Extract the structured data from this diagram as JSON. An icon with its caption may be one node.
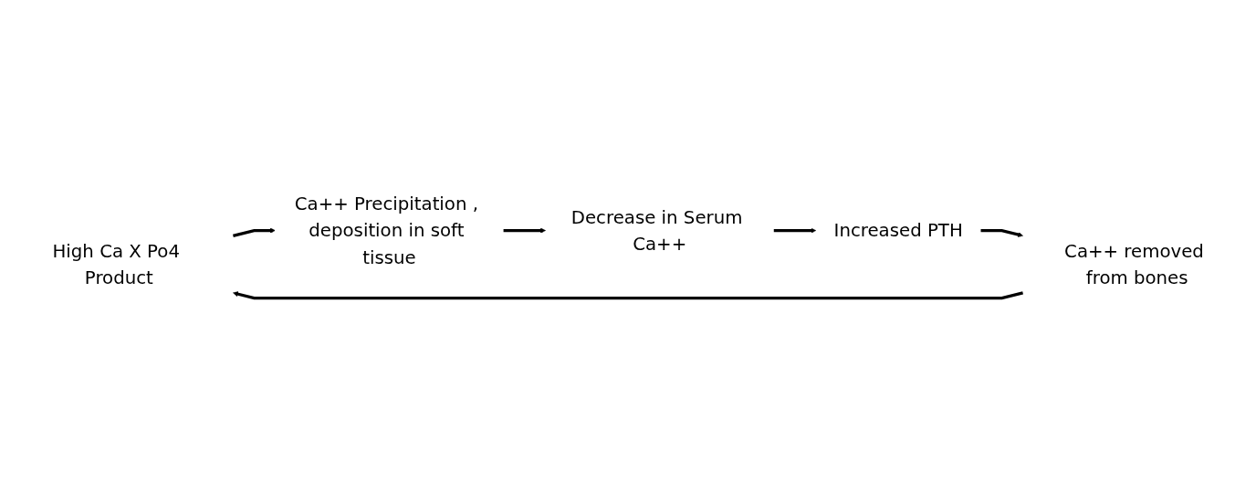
{
  "diagram": {
    "nodes": [
      {
        "text": [
          "High Ca X Po4 Product"
        ]
      },
      {
        "text": [
          "Ca++ Precipitation , deposition in soft tissue"
        ]
      },
      {
        "text": [
          "Decrease in Serum Ca++"
        ]
      },
      {
        "text": [
          "Increased PTH"
        ]
      },
      {
        "text": [
          "Ca++ removed from bones"
        ]
      }
    ],
    "edges": [
      {
        "from": 0,
        "to": 1,
        "arrow": "to"
      },
      {
        "from": 1,
        "to": 2,
        "arrow": "to"
      },
      {
        "from": 2,
        "to": 3,
        "arrow": "to"
      },
      {
        "from": 3,
        "to": 4,
        "arrow": "to"
      },
      {
        "from": 4,
        "to": 0,
        "arrow": "to"
      }
    ]
  }
}
